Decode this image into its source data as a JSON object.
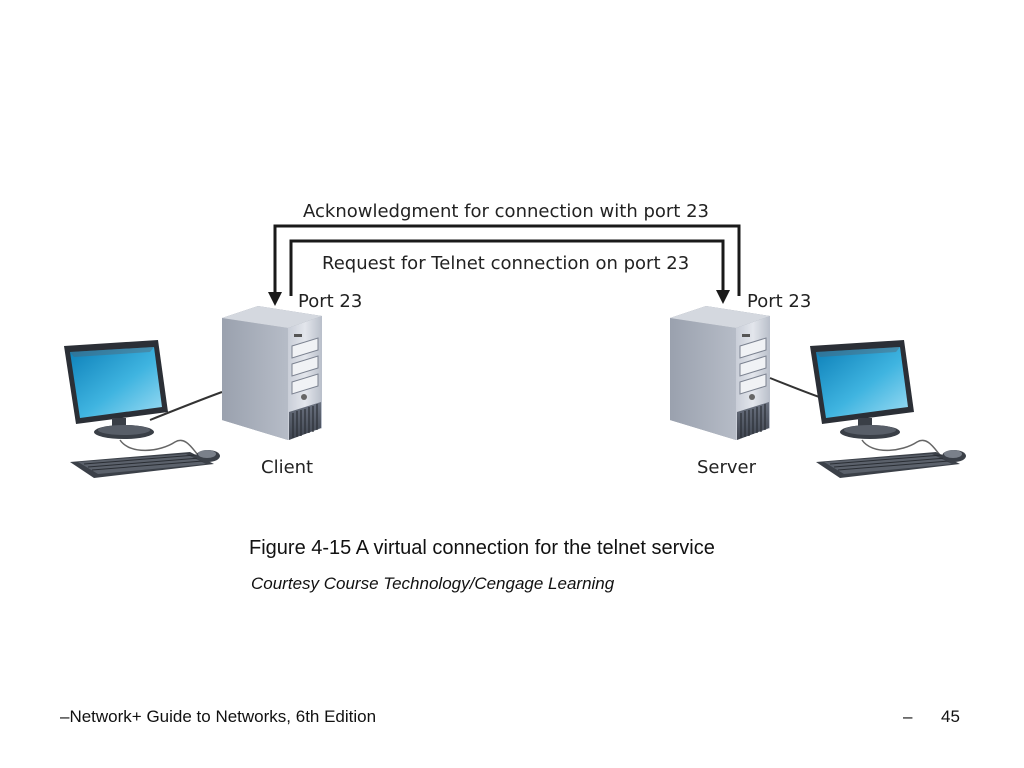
{
  "diagram": {
    "ack_label": "Acknowledgment for connection with port 23",
    "request_label": "Request for Telnet connection on port 23",
    "client_port_label": "Port 23",
    "server_port_label": "Port 23",
    "client_label": "Client",
    "server_label": "Server"
  },
  "caption": "Figure 4-15 A virtual connection for the telnet service",
  "credit": "Courtesy Course Technology/Cengage Learning",
  "footer": {
    "left": "–Network+ Guide to Networks, 6th Edition",
    "dash": "–",
    "page": "45"
  }
}
